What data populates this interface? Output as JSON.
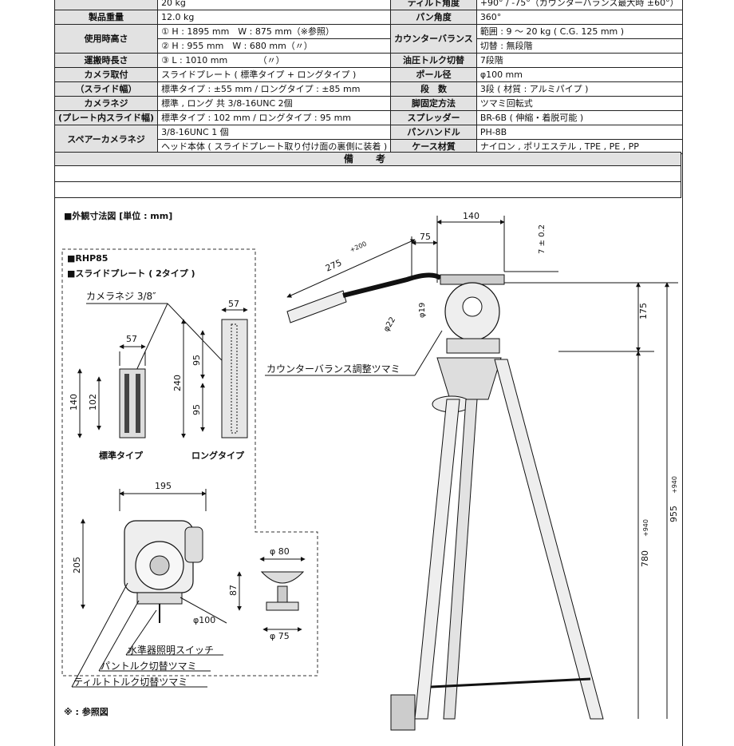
{
  "spec": {
    "r0": {
      "l1": "",
      "v1": "20 kg",
      "l2": "ティルト角度",
      "v2": "+90° / -75°（カウンターバランス最大時 ±60°）"
    },
    "r1": {
      "l1": "製品重量",
      "v1": "12.0 kg",
      "l2": "パン角度",
      "v2": "360°"
    },
    "r2a": {
      "v1": "① H : 1895 mm　W : 875 mm（※参照）",
      "v2": "範囲 : 9 ～ 20 kg ( C.G. 125 mm )"
    },
    "r2b": {
      "v1": "② H : 955 mm　W : 680 mm（〃）",
      "v2": "切替 : 無段階"
    },
    "r2": {
      "l1": "使用時高さ",
      "l2": "カウンターバランス"
    },
    "r3": {
      "l1": "運搬時長さ",
      "v1": "③ L : 1010 mm　　　　（〃）",
      "l2": "油圧トルク切替",
      "v2": "7段階"
    },
    "r4": {
      "l1": "カメラ取付",
      "v1": "スライドプレート ( 標準タイプ + ロングタイプ )",
      "l2": "ポール径",
      "v2": "φ100 mm"
    },
    "r5": {
      "l1": "（スライド幅）",
      "v1": "標準タイプ : ±55 mm / ロングタイプ : ±85 mm",
      "l2": "段　数",
      "v2": "3段 ( 材質 : アルミパイプ )"
    },
    "r6": {
      "l1": "カメラネジ",
      "v1": "標準 , ロング 共 3/8-16UNC 2個",
      "l2": "脚固定方法",
      "v2": "ツマミ回転式"
    },
    "r7": {
      "l1": "(プレート内スライド幅)",
      "v1": "標準タイプ : 102 mm / ロングタイプ : 95 mm",
      "l2": "スプレッダー",
      "v2": "BR-6B ( 伸縮・着脱可能 )"
    },
    "r8": {
      "l1": "スペアーカメラネジ",
      "v1": "3/8-16UNC 1 個",
      "l2": "パンハンドル",
      "v2": "PH-8B"
    },
    "r9": {
      "v1": "ヘッド本体 ( スライドプレート取り付け面の裏側に装着 )",
      "l2": "ケース材質",
      "v2": "ナイロン , ポリエステル , TPE , PE , PP"
    }
  },
  "notes_label": "備　考",
  "section_title": "■外観寸法図 [単位 : mm]",
  "ref_title": "※ : 参照図",
  "plate": {
    "model": "■RHP85",
    "title": "■スライドプレート ( 2タイプ )",
    "screw_label": "カメラネジ 3/8″",
    "std_label": "標準タイプ",
    "long_label": "ロングタイプ",
    "dims": {
      "w57a": "57",
      "h140": "140",
      "h102": "102",
      "w57b": "57",
      "h240": "240",
      "h95a": "95",
      "h95b": "95"
    }
  },
  "head": {
    "w195": "195",
    "h205": "205",
    "d100": "φ100",
    "level_switch": "水準器照明スイッチ",
    "pan_torque": "パントルク切替ツマミ",
    "tilt_torque": "ティルトトルク切替ツマミ"
  },
  "base": {
    "d80": "φ 80",
    "h87": "87",
    "d75": "φ 75"
  },
  "tripod": {
    "w140": "140",
    "w75": "75",
    "tol": "7 ± 0.2",
    "handle": "275",
    "handle_sup": "+200",
    "d19": "φ19",
    "d22": "φ22",
    "h175": "175",
    "counter": "カウンターバランス調整ツマミ",
    "h780": "780",
    "h780_sup": "+940",
    "h955": "955",
    "h955_sup": "+940"
  }
}
